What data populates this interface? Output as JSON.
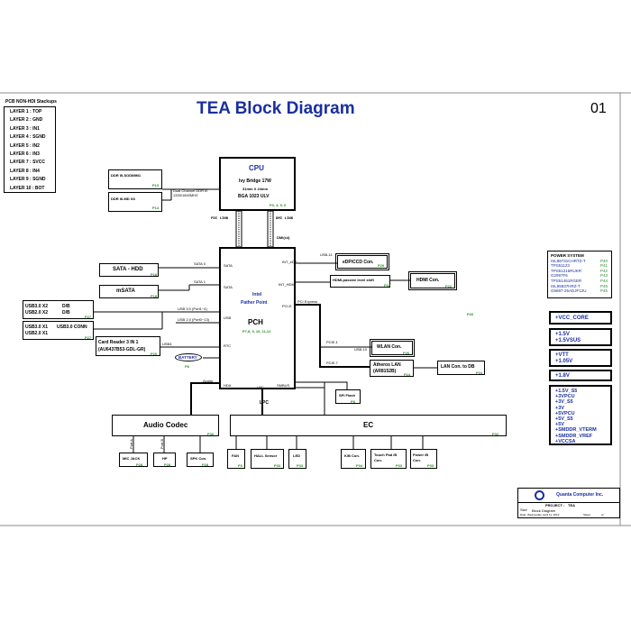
{
  "title": "TEA Block Diagram",
  "page_number": "01",
  "stackup": {
    "heading": "PCB NON-HDI Stackups",
    "layers": [
      "LAYER 1 : TOP",
      "LAYER 2 : GND",
      "LAYER 3 : IN1",
      "LAYER 4 : SGND",
      "LAYER 5 : IN2",
      "LAYER 6 : IN3",
      "LAYER 7 : SVCC",
      "LAYER 8 : IN4",
      "LAYER 9 : SGND",
      "LAYER 10 : BOT"
    ]
  },
  "cpu": {
    "title": "CPU",
    "line1": "Ivy Bridge 17W",
    "line2": "31mm X 24mm",
    "line3": "BGA 1023 ULV",
    "pages": "P3, 4, 5, 6"
  },
  "ddr": {
    "a": "DDR III-SODIMM1",
    "b": "DDR III-MD X8",
    "page_a": "P13",
    "page_b": "P14",
    "bus": "Dual Channel DDR III",
    "speed": "1333/1600MHZ"
  },
  "links": {
    "fdi": "FDI LINK",
    "dmi": "DMI LINK",
    "dmi_speed": "DMI(x4)"
  },
  "pch": {
    "vendor": "Intel",
    "name": "Pather Point",
    "title": "PCH",
    "pages": "P7,8, 9, 10, 11,12"
  },
  "pch_ports": {
    "sata": "SATA",
    "usb": "USB",
    "rtc": "RTC",
    "hda": "HDA",
    "lpc": "LPC",
    "pcie": "PCI-E",
    "int_edp": "INT_eDP",
    "int_hdmi": "INT_HDMI",
    "pch_rtc": "SMBUS"
  },
  "left": {
    "sata_hdd": "SATA - HDD",
    "sata_hdd_p": "P18",
    "sata0": "SATA 0",
    "msata": "mSATA",
    "msata_p": "P18",
    "sata1": "SATA 1",
    "usb_db_1": "USB3.0 X2",
    "usb_db_1b": "D/B",
    "usb_db_2": "USB2.0 X2",
    "usb_db_2b": "D/B",
    "usb_db_p": "P27",
    "usb_conn_1": "USB3.0 X1",
    "usb_conn_1b": "USB3.0 CONN",
    "usb_conn_2": "USB2.0 X1",
    "usb_conn_p": "P27",
    "usb30_port": "USB 3.0 (Port1~4)",
    "usb20_port": "USB 2.0 (Port0~13)",
    "usb4": "USB4",
    "card_reader": "Card Reader 3 IN 1",
    "card_reader_2": "(AU6437B53-GDL-GR)",
    "card_p": "P20",
    "battery": "BATTERY",
    "battery_p": "P8",
    "azalia": "Azalia"
  },
  "right": {
    "edp_con": "eDP/CCD Con.",
    "edp_p": "P20",
    "usb11": "USB-11",
    "hdmi_shift": "HDMI-passive level shift",
    "hdmi_shift_p": "P22",
    "hdmi_con": "HDMI Con.",
    "hdmi_p": "P22",
    "wlan_con": "WLAN Con.",
    "wlan_p": "P26",
    "usb10": "USB-10",
    "pcie1": "PCIE-1",
    "pcie7": "PCIE-7",
    "lan": "Atheros LAN",
    "lan_2": "(AR8152B)",
    "lan_p": "P24",
    "lan_con": "LAN Con. to DB",
    "lan_con_p": "P24",
    "spi": "SPI Flash",
    "spi_p": "P8",
    "pci_express": "PCI Express",
    "p26": "P26"
  },
  "audio": {
    "title": "Audio Codec",
    "p": "P30",
    "mic": "MIC JACK",
    "mic_p": "P28",
    "hp": "HP",
    "hp_p": "P28",
    "spk": "SPK Con.",
    "spk_p": "P28",
    "port_a": "Port A",
    "port_b": "Port B"
  },
  "ec": {
    "title": "EC",
    "p": "P32",
    "lpc_label": "LPC",
    "fan": "FAN",
    "fan_p": "P3",
    "hall": "HALL Sensor",
    "hall_p": "P33",
    "led": "LED",
    "led_p": "P33",
    "kb": "K/B Con.",
    "kb_p": "P34",
    "touch": "Touch Pad /B",
    "touch_2": "Con.",
    "touch_p": "P33",
    "power_b": "Power /B",
    "power_b2": "Con.",
    "power_b_p": "P33"
  },
  "power_system": {
    "heading": "POWER SYSTEM",
    "items": [
      {
        "name": "ISL88731CHRTZ-T",
        "p": "P40"
      },
      {
        "name": "TPS51123",
        "p": "P41"
      },
      {
        "name": "TPS51216RUKR",
        "p": "P42"
      },
      {
        "name": "G2997F6",
        "p": "P43"
      },
      {
        "name": "TPS51461RGER",
        "p": "P44"
      },
      {
        "name": "ISL95837HRZ-T",
        "p": "P45"
      },
      {
        "name": "G5687-25ADJF12U",
        "p": "P46"
      }
    ]
  },
  "rails": {
    "vcc_core": "+VCC_CORE",
    "r2": [
      "+1.5V",
      "+1.5VSUS"
    ],
    "r3": [
      "+VTT",
      "+1.05V"
    ],
    "r4": "+1.8V",
    "r5": [
      "+1.5V_S5",
      "+3VPCU",
      "+3V_S5",
      "+3V",
      "+5VPCU",
      "+5V_S5",
      "+5V",
      "+SMDDR_VTERM",
      "+SMDDR_VREF",
      "+VCCSA"
    ]
  },
  "titleblock": {
    "company": "Quanta Computer Inc.",
    "project_label": "PROJECT :",
    "project": "TEA",
    "doc": "Block Diagram",
    "size": "Size",
    "date": "Date: Wednesday, April 11, 2012",
    "sheet": "Sheet",
    "of": "of"
  },
  "colors": {
    "title_blue": "#1a2fa0",
    "page_green": "#2a8a2a"
  }
}
